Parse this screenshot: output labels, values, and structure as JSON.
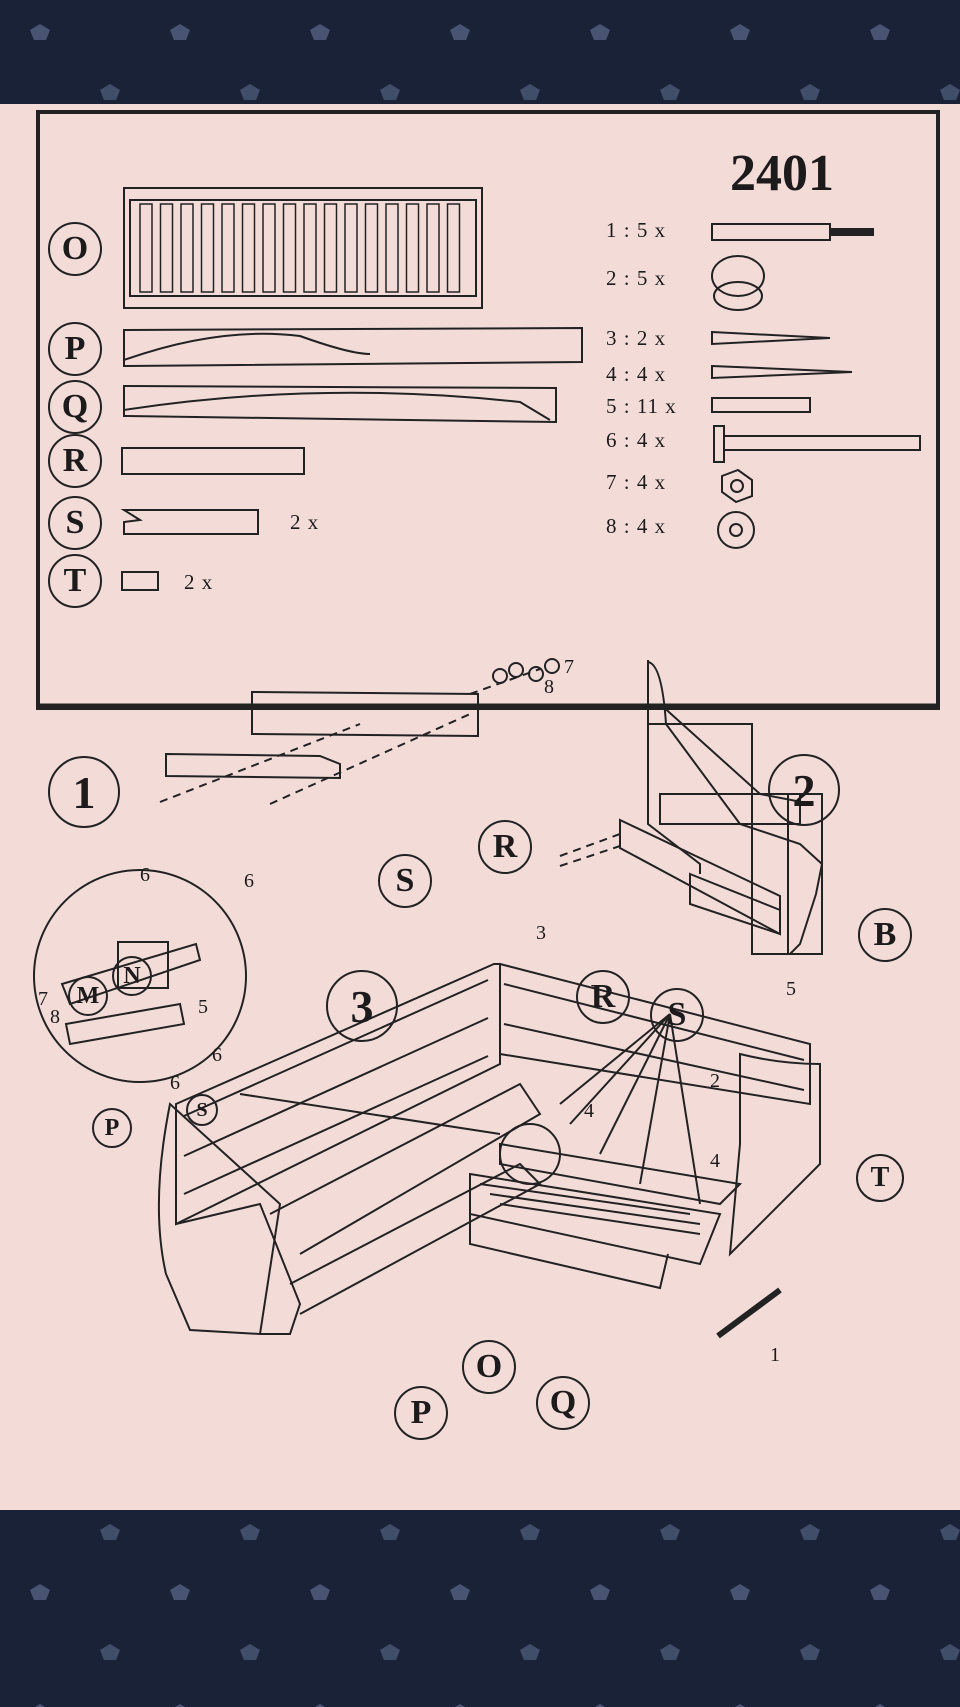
{
  "model_number": "2401",
  "parts": [
    {
      "letter": "O",
      "qty": ""
    },
    {
      "letter": "P",
      "qty": ""
    },
    {
      "letter": "Q",
      "qty": ""
    },
    {
      "letter": "R",
      "qty": ""
    },
    {
      "letter": "S",
      "qty": "2 x"
    },
    {
      "letter": "T",
      "qty": "2 x"
    }
  ],
  "hardware": [
    {
      "label": "1 : 5 x",
      "icon": "dowel-icon"
    },
    {
      "label": "2 : 5 x",
      "icon": "cam-lock-icon"
    },
    {
      "label": "3 : 2  x",
      "icon": "short-screw-icon"
    },
    {
      "label": "4 :  4 x",
      "icon": "long-screw-icon"
    },
    {
      "label": "5 : 11 x",
      "icon": "wood-dowel-icon"
    },
    {
      "label": "6 :  4 x",
      "icon": "bolt-icon"
    },
    {
      "label": "7 :  4 x",
      "icon": "nut-icon"
    },
    {
      "label": "8 :  4 x",
      "icon": "washer-icon"
    }
  ],
  "steps": {
    "step1": {
      "number": "1",
      "labels": {
        "r": "R",
        "s": "S",
        "h6a": "6",
        "h6b": "6",
        "h7": "7",
        "h8": "8"
      }
    },
    "step2": {
      "number": "2",
      "labels": {
        "b": "B",
        "r": "R",
        "s": "S",
        "h3": "3",
        "h5": "5"
      }
    },
    "step3": {
      "number": "3",
      "labels": {
        "m": "M",
        "n": "N",
        "p_detail": "P",
        "s_detail": "S",
        "h7": "7",
        "h8": "8",
        "h5": "5",
        "h6a": "6",
        "h6b": "6",
        "h2": "2",
        "h4a": "4",
        "h4b": "4",
        "h1": "1",
        "t": "T",
        "o": "O",
        "p": "P",
        "q": "Q"
      }
    }
  }
}
